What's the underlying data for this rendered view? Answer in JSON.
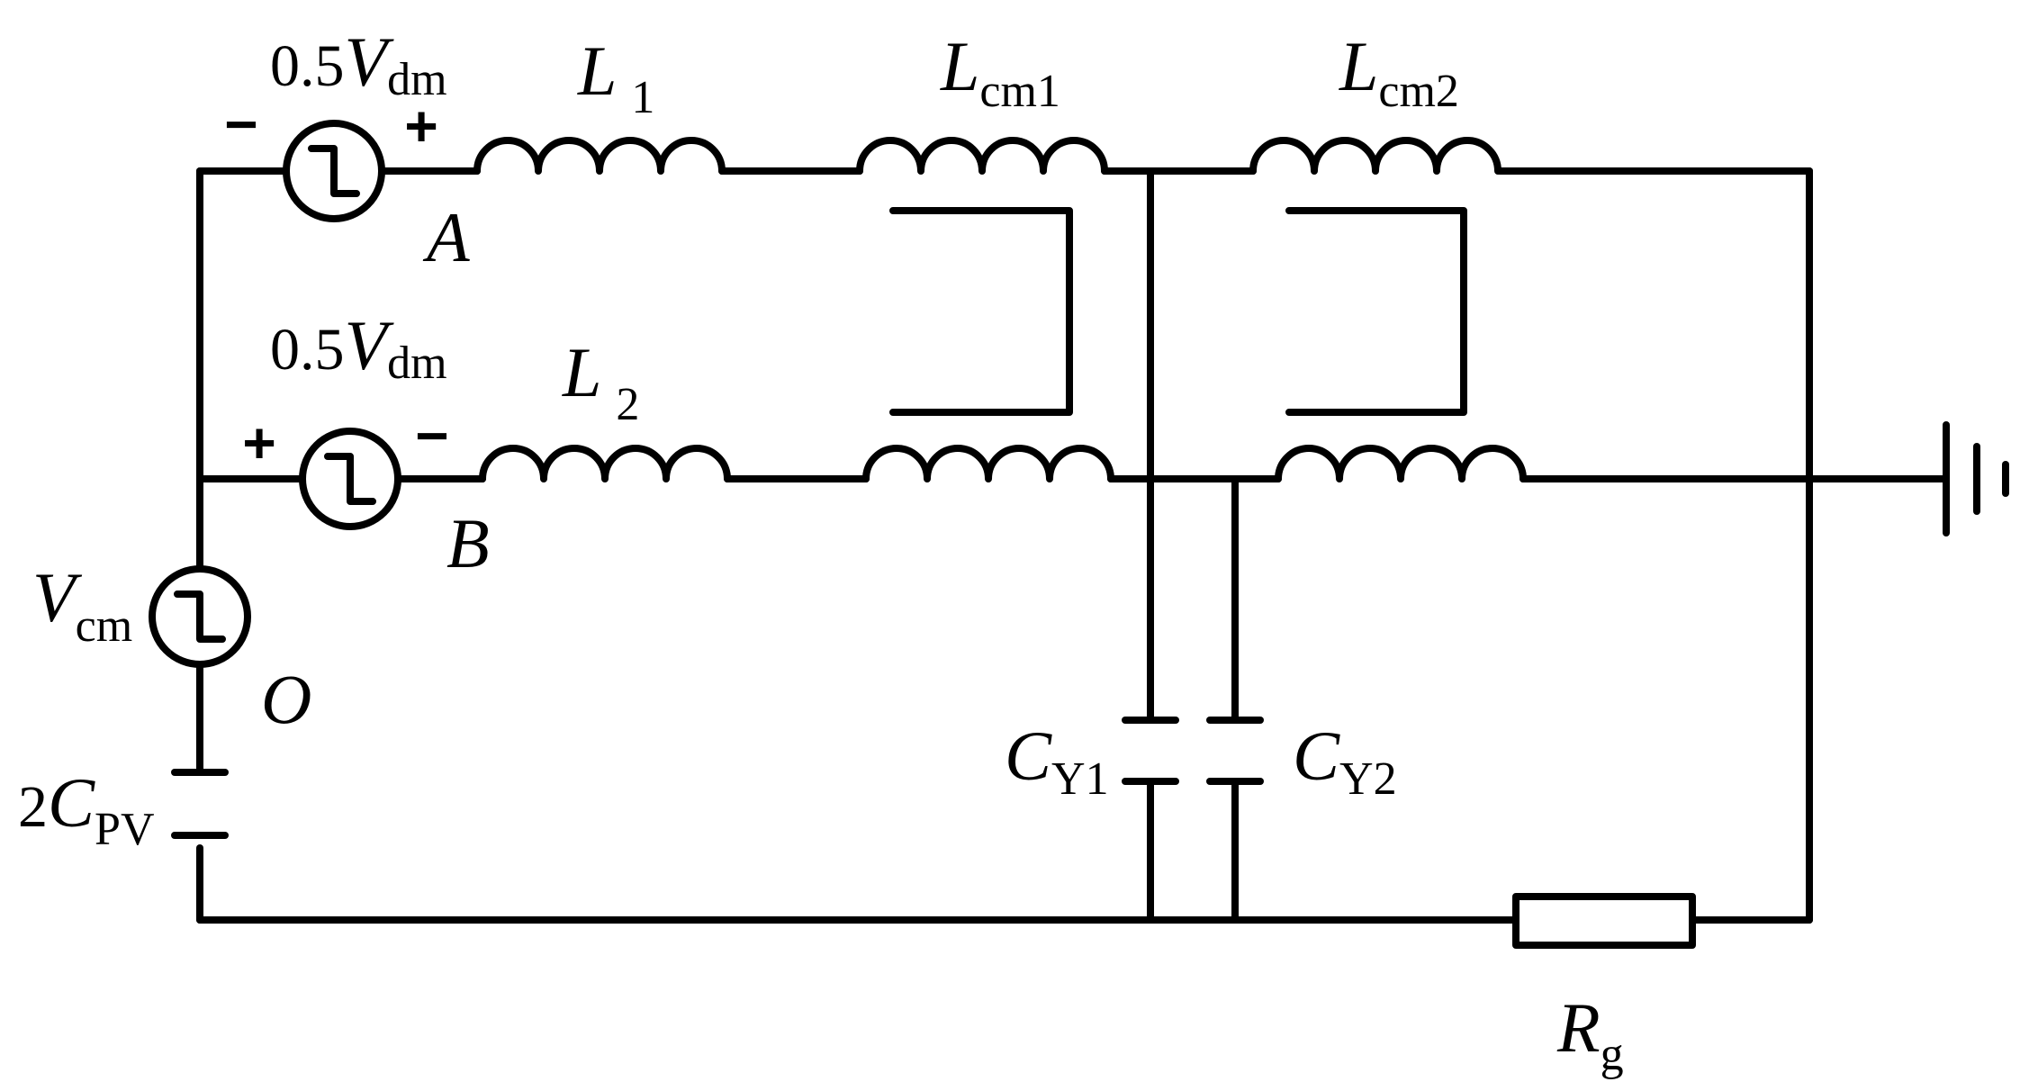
{
  "labels": {
    "vdm_top": {
      "prefix": "0.5",
      "main": "V",
      "sub": "dm"
    },
    "vdm_mid": {
      "prefix": "0.5",
      "main": "V",
      "sub": "dm"
    },
    "l1": {
      "main": "L",
      "sub": "1"
    },
    "l2": {
      "main": "L",
      "sub": "2"
    },
    "lcm1": {
      "main": "L",
      "sub": "cm1"
    },
    "lcm2": {
      "main": "L",
      "sub": "cm2"
    },
    "node_a": "A",
    "node_b": "B",
    "node_o": "O",
    "vcm": {
      "main": "V",
      "sub": "cm"
    },
    "cpv": {
      "prefix": "2",
      "main": "C",
      "sub": "PV"
    },
    "cy1": {
      "main": "C",
      "sub": "Y1"
    },
    "cy2": {
      "main": "C",
      "sub": "Y2"
    },
    "rg": {
      "main": "R",
      "sub": "g"
    }
  },
  "signs": {
    "top_left": "−",
    "top_right": "+",
    "mid_left": "+",
    "mid_right": "−"
  }
}
